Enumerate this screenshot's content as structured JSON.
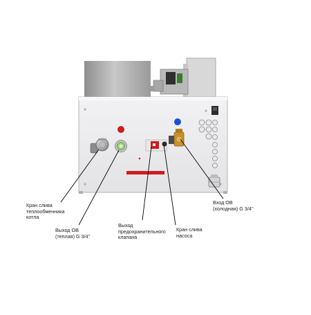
{
  "labels": {
    "boiler_drain_valve": "Кран слива\nтеплообменника\nкотла",
    "heating_outlet_warm": "Выход ОВ\n(теплая) G 3/4’’",
    "safety_valve_outlet": "Выход\nпредохранительного\nклапана",
    "pump_drain_valve": "Кран слива\nнасоса",
    "heating_inlet_cold": "Вход ОВ\n(холодная) G 3/4’’"
  },
  "colors": {
    "panel": "#ececef",
    "panel_border": "#b5b5b8",
    "red_indicator": "#d11b1b",
    "blue_indicator": "#1f4fd1",
    "brass": "#c7902c",
    "leader_line": "#000000"
  }
}
